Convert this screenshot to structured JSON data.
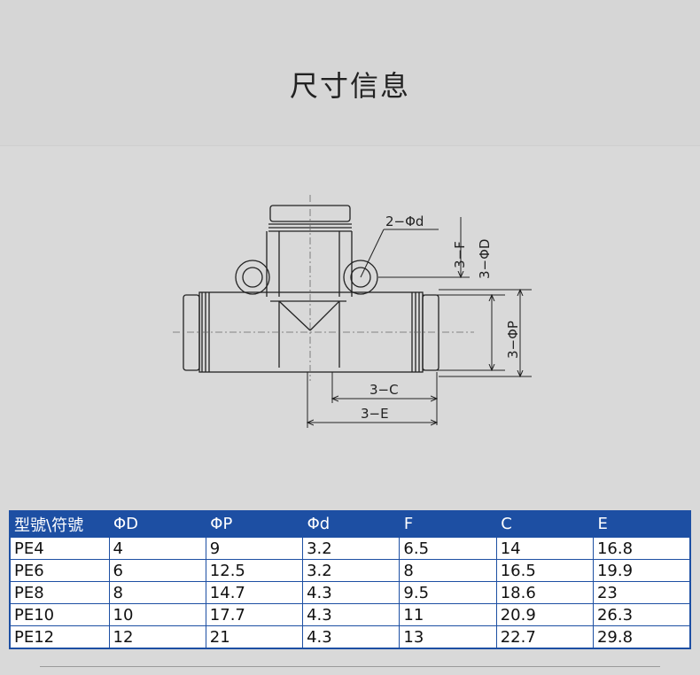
{
  "title": "尺寸信息",
  "diagram": {
    "labels": {
      "d": "2−Φd",
      "f": "3−F",
      "D": "3−ΦD",
      "P": "3−ΦP",
      "C": "3−C",
      "E": "3−E"
    }
  },
  "table": {
    "headers": [
      "型號\\符號",
      "ΦD",
      "ΦP",
      "Φd",
      "F",
      "C",
      "E"
    ],
    "rows": [
      [
        "PE4",
        "4",
        "9",
        "3.2",
        "6.5",
        "14",
        "16.8"
      ],
      [
        "PE6",
        "6",
        "12.5",
        "3.2",
        "8",
        "16.5",
        "19.9"
      ],
      [
        "PE8",
        "8",
        "14.7",
        "4.3",
        "9.5",
        "18.6",
        "23"
      ],
      [
        "PE10",
        "10",
        "17.7",
        "4.3",
        "11",
        "20.9",
        "26.3"
      ],
      [
        "PE12",
        "12",
        "21",
        "4.3",
        "13",
        "22.7",
        "29.8"
      ]
    ]
  },
  "colors": {
    "header_bg": "#1d4fa3",
    "page_bg": "#d9d9d9"
  }
}
